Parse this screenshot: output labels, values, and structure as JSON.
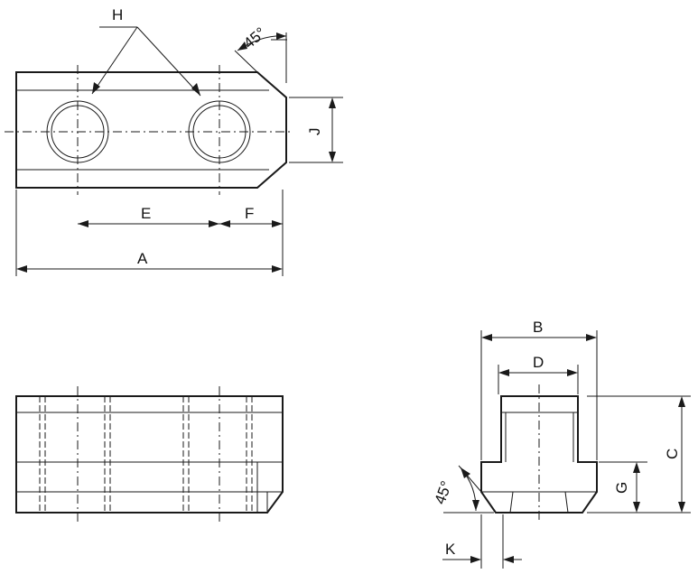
{
  "labels": {
    "h": "H",
    "angle_top": "45°",
    "j": "J",
    "e": "E",
    "f": "F",
    "a": "A",
    "b": "B",
    "d": "D",
    "c": "C",
    "g": "G",
    "angle_side": "45°",
    "k": "K"
  }
}
